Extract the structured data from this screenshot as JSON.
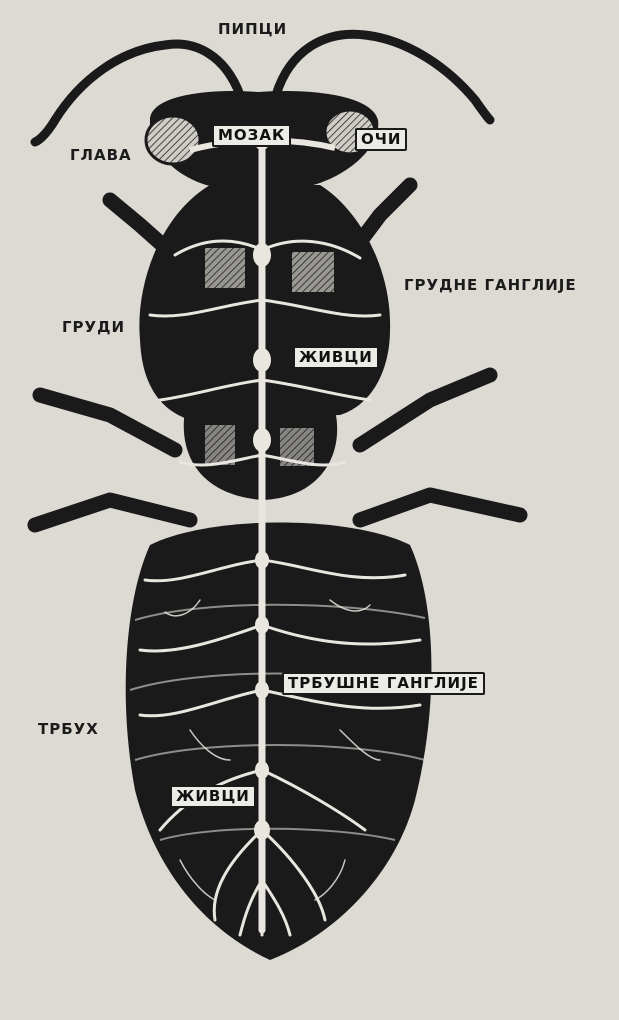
{
  "diagram": {
    "labels": {
      "antennae": "ПИПЦИ",
      "head": "ГЛАВА",
      "brain": "МОЗАК",
      "eyes": "ОЧИ",
      "thoracic_ganglia": "ГРУДНЕ ГАНГЛИЈЕ",
      "thorax": "ГРУДИ",
      "nerves_thorax": "ЖИВЦИ",
      "abdominal_ganglia": "ТРБУШНЕ ГАНГЛИЈЕ",
      "abdomen": "ТРБУХ",
      "nerves_abdomen": "ЖИВЦИ"
    },
    "colors": {
      "paper": "#dcdad3",
      "ink": "#1a1a1a",
      "nerve": "#e8e6df"
    }
  }
}
